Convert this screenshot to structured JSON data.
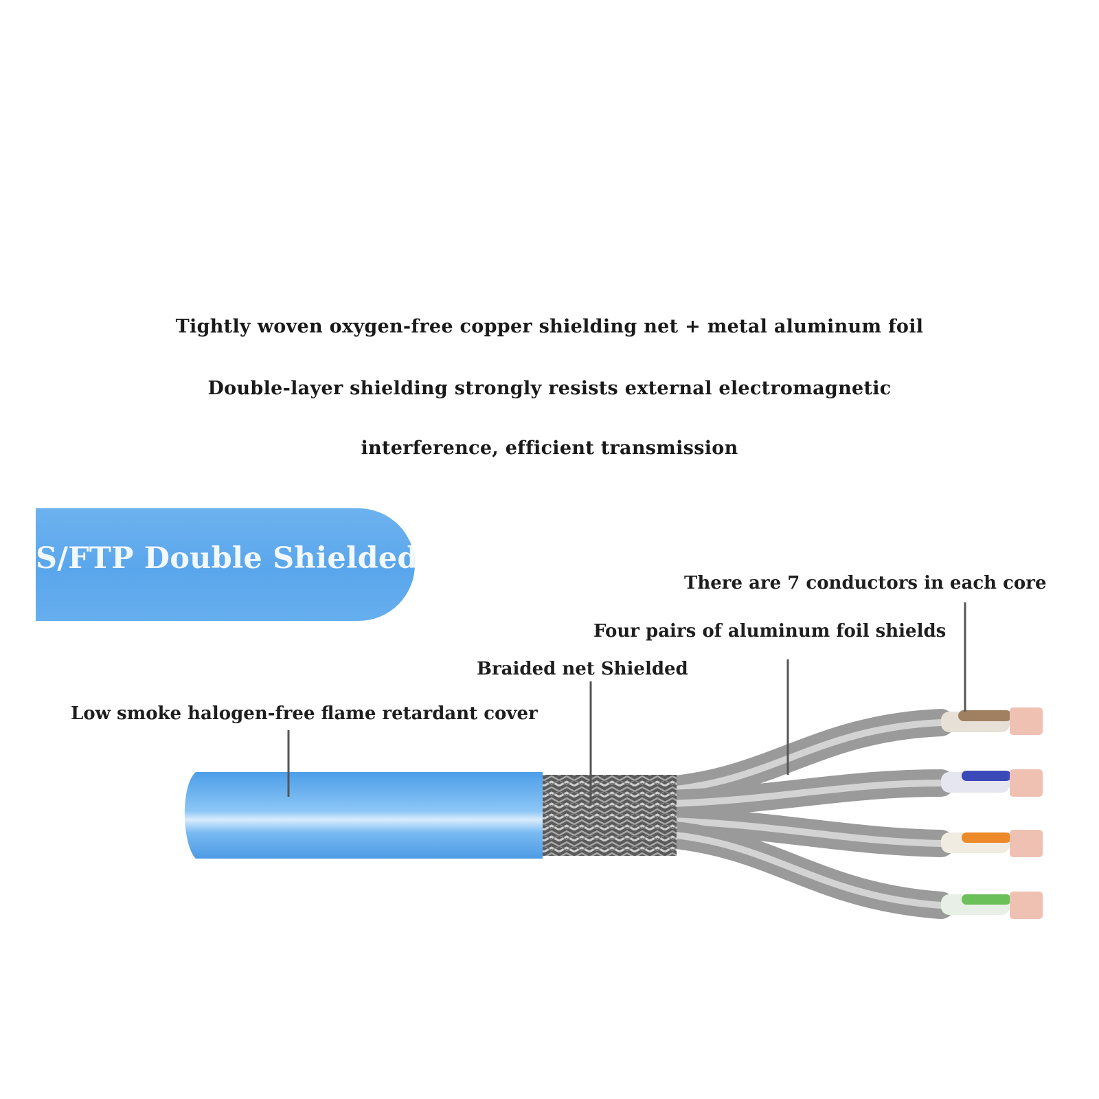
{
  "headline": {
    "line1": "Tightly woven oxygen-free copper shielding net + metal aluminum foil",
    "line2": "Double-layer shielding strongly resists external electromagnetic",
    "line3": "interference, efficient transmission"
  },
  "banner": {
    "text": "S/FTP Double Shielded",
    "color": "#5fa9ed"
  },
  "callouts": {
    "conductors": "There are 7 conductors in each core",
    "foil": "Four pairs of aluminum foil shields",
    "braid": "Braided net Shielded",
    "cover": "Low smoke halogen-free flame retardant cover"
  },
  "cable": {
    "jacket_color": "#62aef0",
    "pair_colors": [
      "brown-white",
      "blue-white",
      "orange-white",
      "green-white"
    ]
  }
}
